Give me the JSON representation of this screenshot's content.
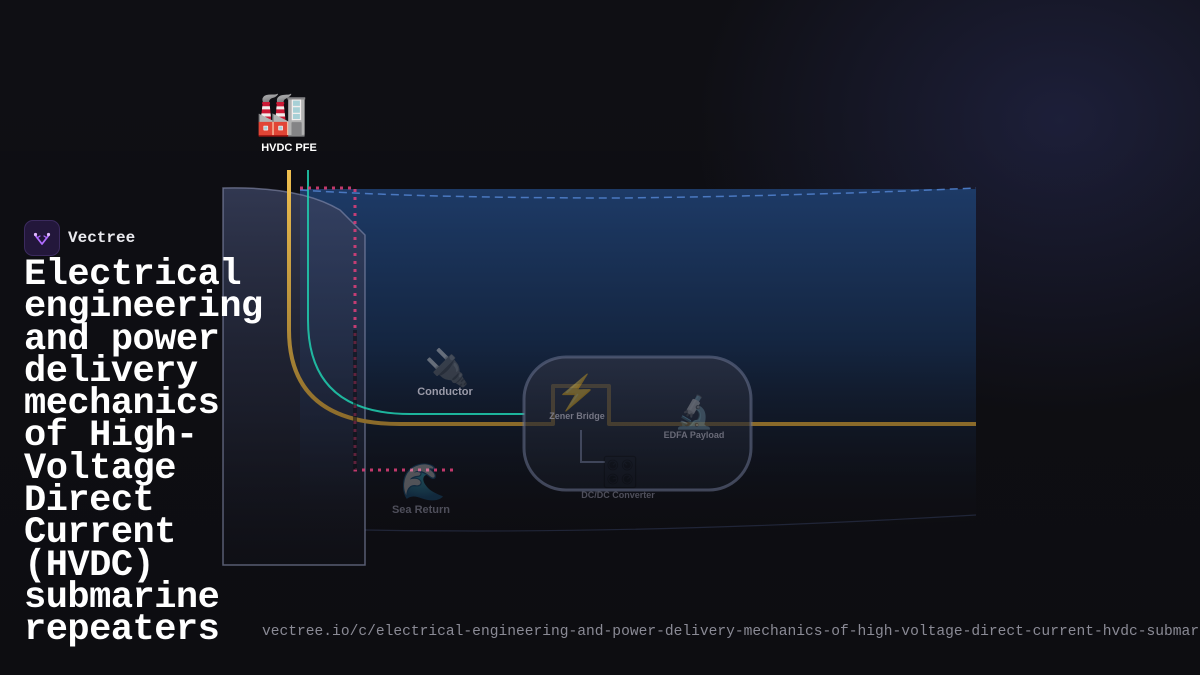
{
  "brand": {
    "name": "Vectree",
    "logo_icon": "vectree-logo-icon",
    "accent": "#b06bff"
  },
  "title": "Electrical engineering and power delivery mechanics of High-Voltage Direct Current (HVDC) submarine repeaters",
  "url": "vectree.io/c/electrical-engineering-and-power-delivery-mechanics-of-high-voltage-direct-current-hvdc-submarine-repeaters",
  "diagram": {
    "station": {
      "label": "HVDC PFE",
      "icon": "factory-icon"
    },
    "conductor": {
      "label": "Conductor",
      "icon": "plug-icon"
    },
    "sea_return": {
      "label": "Sea Return",
      "icon": "wave-icon"
    },
    "zener_bridge": {
      "label": "Zener Bridge",
      "icon": "lightning-icon"
    },
    "edfa_payload": {
      "label": "EDFA Payload",
      "icon": "microscope-icon"
    },
    "dcdc_converter": {
      "label": "DC/DC Converter",
      "icon": "control-knobs-icon"
    },
    "colors": {
      "conductor_line": "#e0b040",
      "fiber_line": "#20d0b0",
      "ground_line": "#e0407a",
      "water_top": "#1d3a66",
      "water_line": "#4a78c0"
    }
  }
}
